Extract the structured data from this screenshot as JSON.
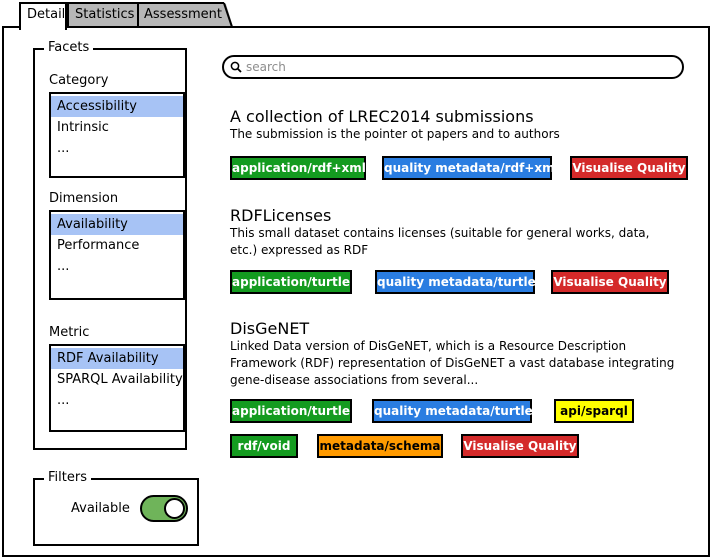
{
  "tabs": [
    {
      "label": "Detail",
      "active": true
    },
    {
      "label": "Statistics",
      "active": false
    },
    {
      "label": "Assessment",
      "active": false
    }
  ],
  "facets": {
    "legend": "Facets",
    "groups": [
      {
        "heading": "Category",
        "items": [
          {
            "label": "Accessibility",
            "selected": true
          },
          {
            "label": "Intrinsic"
          },
          {
            "label": "..."
          }
        ]
      },
      {
        "heading": "Dimension",
        "items": [
          {
            "label": "Availability",
            "selected": true
          },
          {
            "label": "Performance"
          },
          {
            "label": "..."
          }
        ]
      },
      {
        "heading": "Metric",
        "items": [
          {
            "label": "RDF Availability",
            "selected": true
          },
          {
            "label": "SPARQL Availability"
          },
          {
            "label": "..."
          }
        ]
      }
    ]
  },
  "filters": {
    "legend": "Filters",
    "available_label": "Available",
    "available_on": true
  },
  "search": {
    "placeholder": "search",
    "value": ""
  },
  "datasets": [
    {
      "title": "A collection of LREC2014 submissions",
      "description": "The submission is the pointer ot papers and to authors",
      "tags": [
        {
          "label": "application/rdf+xml",
          "color": "#149b20"
        },
        {
          "label": "quality metadata/rdf+xml",
          "color": "#2a7de1"
        },
        {
          "label": "Visualise Quality",
          "color": "#d42a2a"
        }
      ]
    },
    {
      "title": "RDFLicenses",
      "description": "This small dataset contains licenses (suitable for general works, data, etc.) expressed as RDF",
      "tags": [
        {
          "label": "application/turtle",
          "color": "#149b20"
        },
        {
          "label": "quality metadata/turtle",
          "color": "#2a7de1"
        },
        {
          "label": "Visualise Quality",
          "color": "#d42a2a"
        }
      ]
    },
    {
      "title": "DisGeNET",
      "description": "Linked Data version of DisGeNET, which is a Resource Description Framework (RDF) representation of DisGeNET a vast database integrating gene-disease associations from several...",
      "tags": [
        {
          "label": "application/turtle",
          "color": "#149b20"
        },
        {
          "label": "quality metadata/turtle",
          "color": "#2a7de1"
        },
        {
          "label": "api/sparql",
          "color": "#ffff00"
        },
        {
          "label": "rdf/void",
          "color": "#149b20"
        },
        {
          "label": "metadata/schema",
          "color": "#ff9a00"
        },
        {
          "label": "Visualise Quality",
          "color": "#d42a2a"
        }
      ]
    }
  ],
  "icons": {
    "search": "magnifier-icon",
    "toggle": "toggle-switch-icon"
  }
}
